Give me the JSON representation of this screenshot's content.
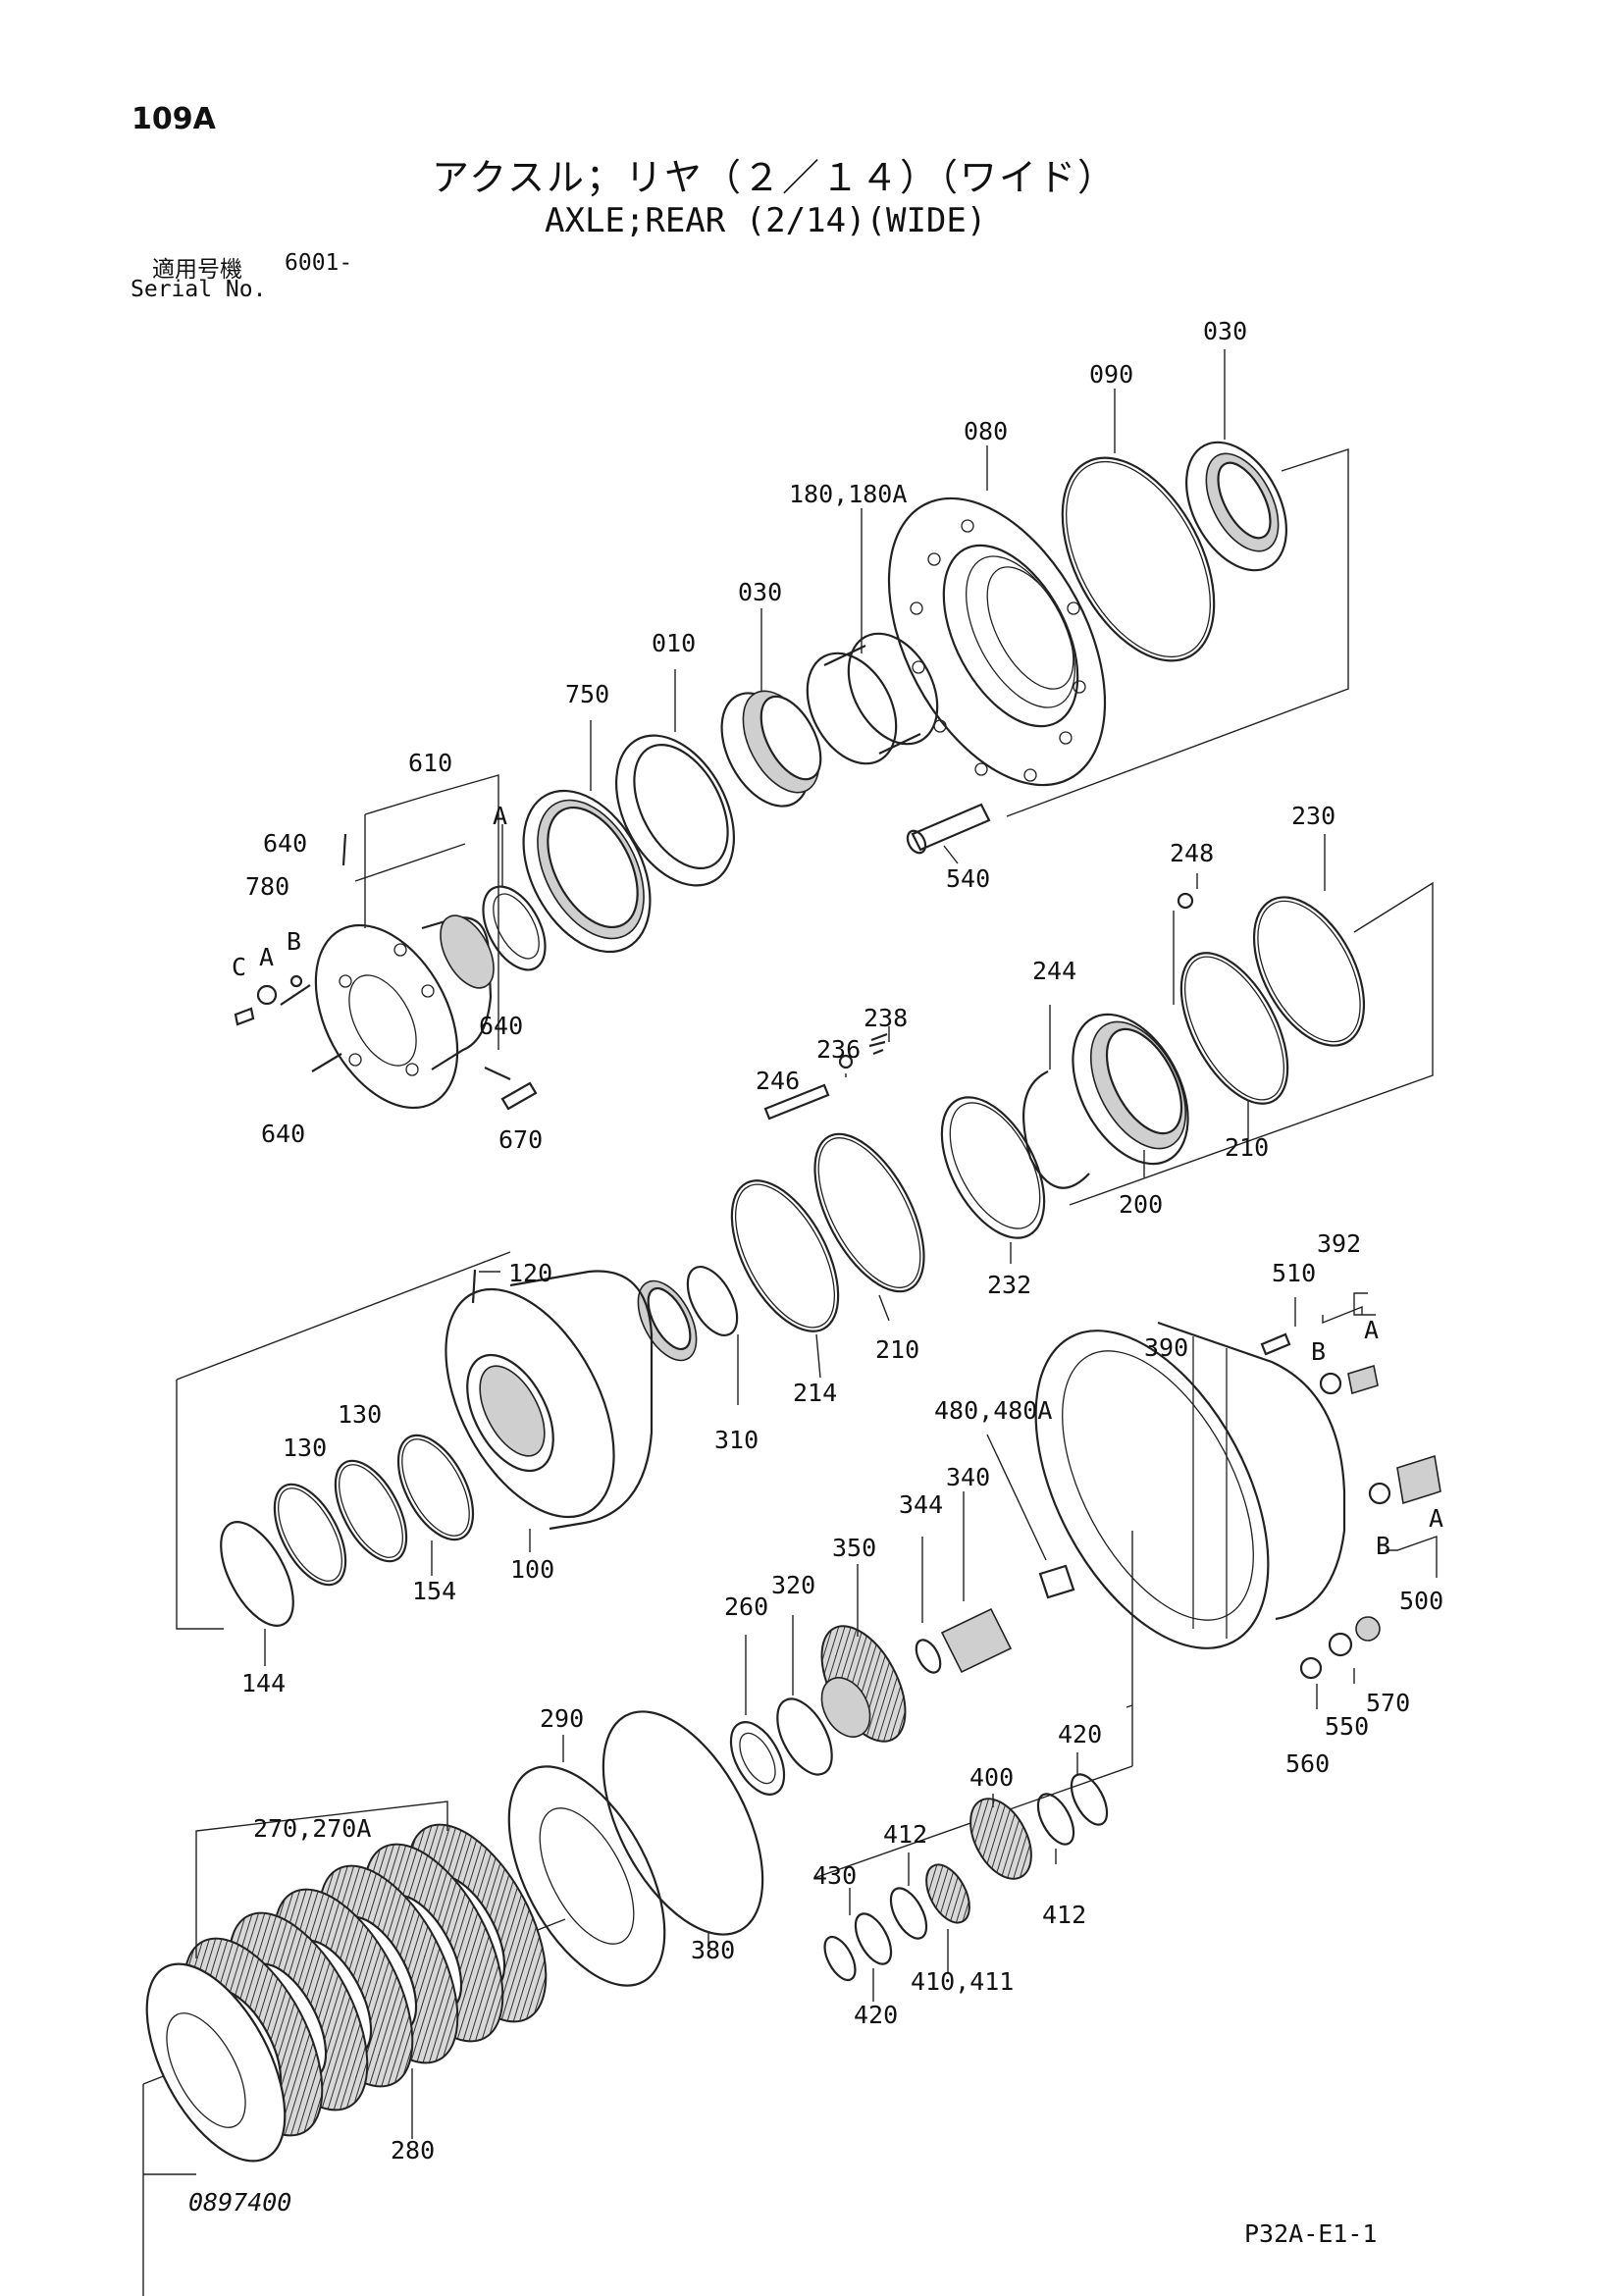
{
  "header": {
    "page_id": "109A",
    "title_jp": "アクスル；リヤ（２／１４）（ワイド）",
    "title_en": "AXLE;REAR (2/14)(WIDE)",
    "serial_jp": "適用号機",
    "serial_value": "6001-",
    "serial_en": "Serial No."
  },
  "footer": {
    "drawing_no": "0897400",
    "ref_code": "P32A-E1-1"
  },
  "callouts": {
    "p030_top": "030",
    "p090": "090",
    "p080": "080",
    "p180": "180,180A",
    "p030": "030",
    "p010": "010",
    "p750": "750",
    "p610": "610",
    "p640_top": "640",
    "p780": "780",
    "p640_mid": "640",
    "p640_bot": "640",
    "p670": "670",
    "p540": "540",
    "p230": "230",
    "p248": "248",
    "p244": "244",
    "p238": "238",
    "p236": "236",
    "p246": "246",
    "p210_a": "210",
    "p200": "200",
    "p232": "232",
    "p210_b": "210",
    "p214": "214",
    "p310": "310",
    "p120": "120",
    "p130_a": "130",
    "p130_b": "130",
    "p154": "154",
    "p100": "100",
    "p144": "144",
    "p392": "392",
    "p510": "510",
    "p390": "390",
    "p480": "480,480A",
    "p340": "340",
    "p344": "344",
    "p350": "350",
    "p320": "320",
    "p260": "260",
    "p500": "500",
    "p570": "570",
    "p550": "550",
    "p560": "560",
    "p420_top": "420",
    "p400": "400",
    "p412_a": "412",
    "p412_b": "412",
    "p430": "430",
    "p410": "410,411",
    "p420_bot": "420",
    "p290": "290",
    "p380": "380",
    "p270": "270,270A",
    "p280": "280"
  },
  "letters": {
    "c610": "C",
    "a610": "A",
    "b610": "B",
    "a_ring": "A",
    "b392": "B",
    "a392": "A",
    "b500": "B",
    "a500": "A"
  }
}
